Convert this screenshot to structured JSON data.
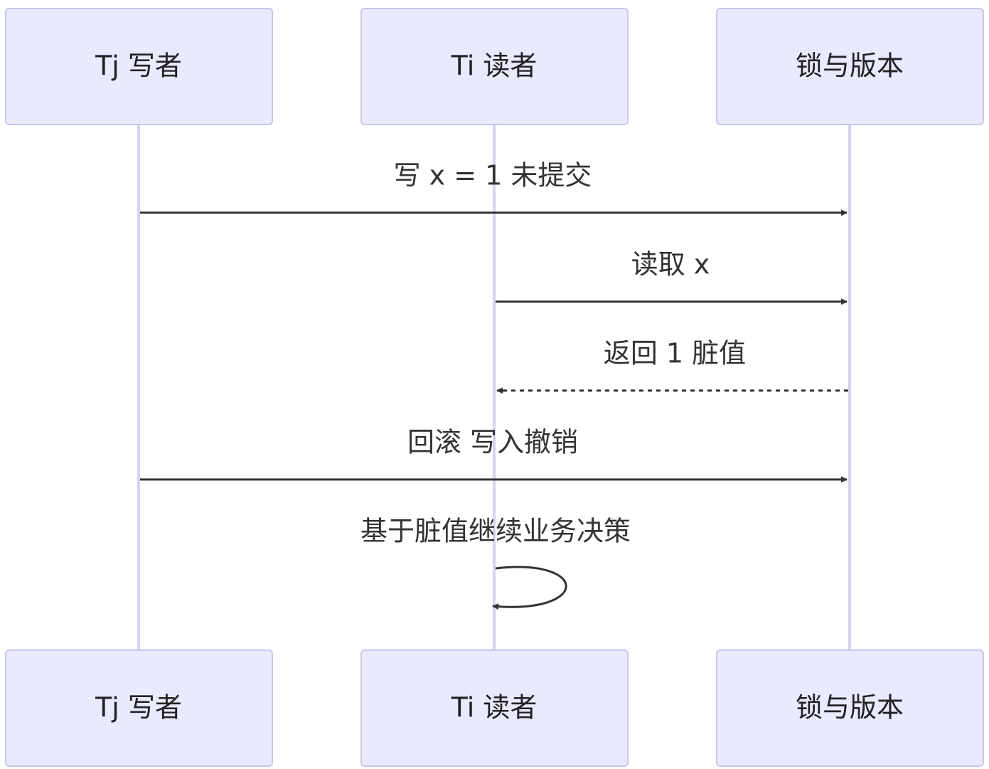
{
  "participants": {
    "tj": {
      "label": "Tj 写者"
    },
    "ti": {
      "label": "Ti 读者"
    },
    "lock": {
      "label": "锁与版本"
    }
  },
  "messages": [
    {
      "from": "tj",
      "to": "lock",
      "label": "写 x = 1 未提交",
      "style": "solid"
    },
    {
      "from": "ti",
      "to": "lock",
      "label": "读取 x",
      "style": "solid"
    },
    {
      "from": "lock",
      "to": "ti",
      "label": "返回 1 脏值",
      "style": "dashed"
    },
    {
      "from": "tj",
      "to": "lock",
      "label": "回滚 写入撤销",
      "style": "solid"
    },
    {
      "from": "ti",
      "to": "ti",
      "label": "基于脏值继续业务决策",
      "style": "self"
    }
  ],
  "colors": {
    "actor_fill": "#eaeaff",
    "actor_border": "#c7c6f2",
    "lifeline": "#d4d2f5",
    "arrow": "#333333",
    "text": "#222222"
  }
}
